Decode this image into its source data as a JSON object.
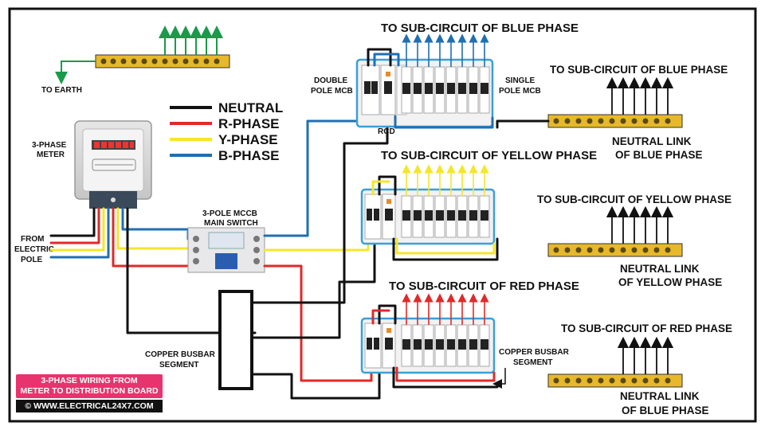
{
  "labels": {
    "top_blue": "TO SUB-CIRCUIT OF BLUE PHASE",
    "to_earth": "TO EARTH",
    "double_pole": "DOUBLE",
    "double_pole_2": "POLE MCB",
    "single_pole": "SINGLE",
    "single_pole_2": "POLE MCB",
    "rcd": "RCD",
    "meter": "3-PHASE",
    "meter_2": "METER",
    "from_pole": "FROM",
    "from_pole_2": "ELECTRIC",
    "from_pole_3": "POLE",
    "mccb": "3-POLE MCCB",
    "mccb_2": "MAIN SWITCH",
    "top_yellow": "TO SUB-CIRCUIT OF YELLOW PHASE",
    "top_red": "TO SUB-CIRCUIT OF RED PHASE",
    "busbar_left": "COPPER BUSBAR",
    "busbar_left_2": "SEGMENT",
    "busbar_right": "COPPER BUSBAR",
    "busbar_right_2": "SEGMENT",
    "right_blue": "TO SUB-CIRCUIT OF BLUE PHASE",
    "right_yellow": "TO SUB-CIRCUIT OF YELLOW PHASE",
    "right_red": "TO SUB-CIRCUIT OF RED PHASE",
    "link_blue": "NEUTRAL LINK",
    "link_blue_2": "OF BLUE PHASE",
    "link_yellow": "NEUTRAL LINK",
    "link_yellow_2": "OF YELLOW PHASE",
    "link_red": "NEUTRAL LINK",
    "link_red_2": "OF BLUE PHASE"
  },
  "legend": [
    {
      "label": "NEUTRAL",
      "color": "#111111"
    },
    {
      "label": "R-PHASE",
      "color": "#e02a2a"
    },
    {
      "label": "Y-PHASE",
      "color": "#f5e62a"
    },
    {
      "label": "B-PHASE",
      "color": "#1f6fb3"
    }
  ],
  "caption": {
    "title_line1": "3-PHASE WIRING FROM",
    "title_line2": "METER TO DISTRIBUTION BOARD",
    "site": "© WWW.ELECTRICAL24X7.COM"
  },
  "colors": {
    "neutral": "#111111",
    "red": "#e02a2a",
    "yellow": "#f5e62a",
    "blue": "#1f6fb3",
    "green": "#1a9a4a",
    "busbar": "#e7b82a",
    "board_outline": "#3aa0d8",
    "accent": "#e8336e"
  }
}
